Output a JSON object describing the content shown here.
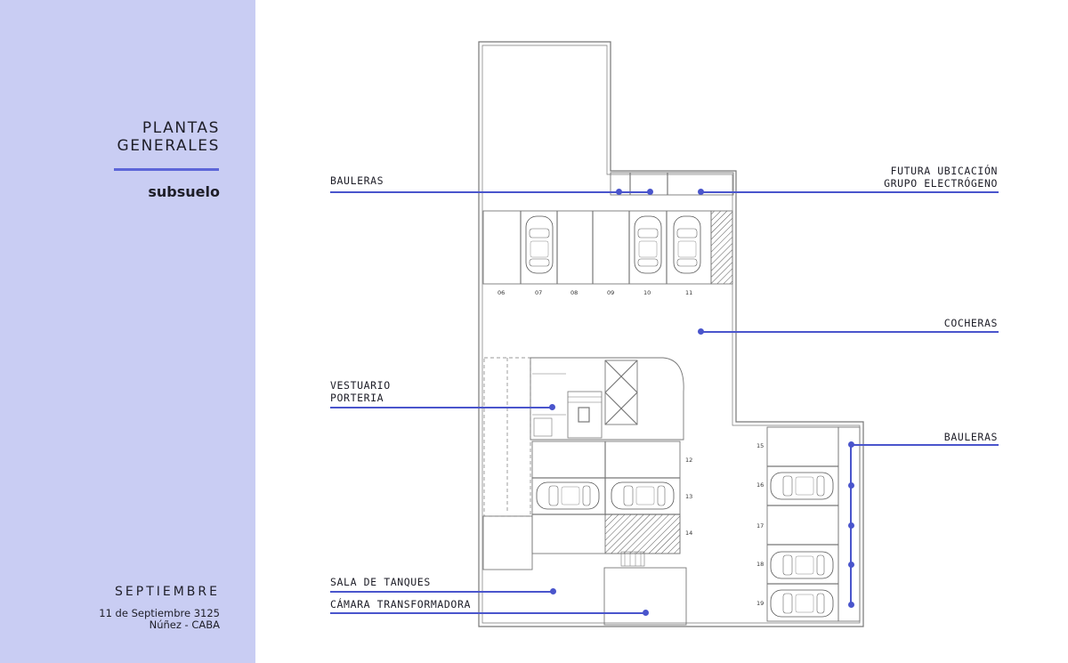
{
  "sidebar": {
    "title_line1": "PLANTAS",
    "title_line2": "GENERALES",
    "subtitle": "subsuelo",
    "brand": "SEPTIEMBRE",
    "address_line1": "11 de Septiembre 3125",
    "address_line2": "Núñez - CABA"
  },
  "labels": {
    "bauleras_top": "BAULERAS",
    "futura_line1": "FUTURA UBICACIÓN",
    "futura_line2": "GRUPO ELECTRÓGENO",
    "cocheras": "COCHERAS",
    "vestuario_line1": "VESTUARIO",
    "vestuario_line2": "PORTERIA",
    "bauleras_right": "BAULERAS",
    "sala_tanques": "SALA DE TANQUES",
    "camara": "CÁMARA TRANSFORMADORA"
  },
  "spaces": {
    "top": [
      "06",
      "07",
      "08",
      "09",
      "10",
      "11"
    ],
    "middle": [
      "12",
      "13",
      "14"
    ],
    "right": [
      "15",
      "16",
      "17",
      "18",
      "19"
    ]
  },
  "colors": {
    "sidebar": "#c9cdf3",
    "accent": "#4a55cc"
  }
}
